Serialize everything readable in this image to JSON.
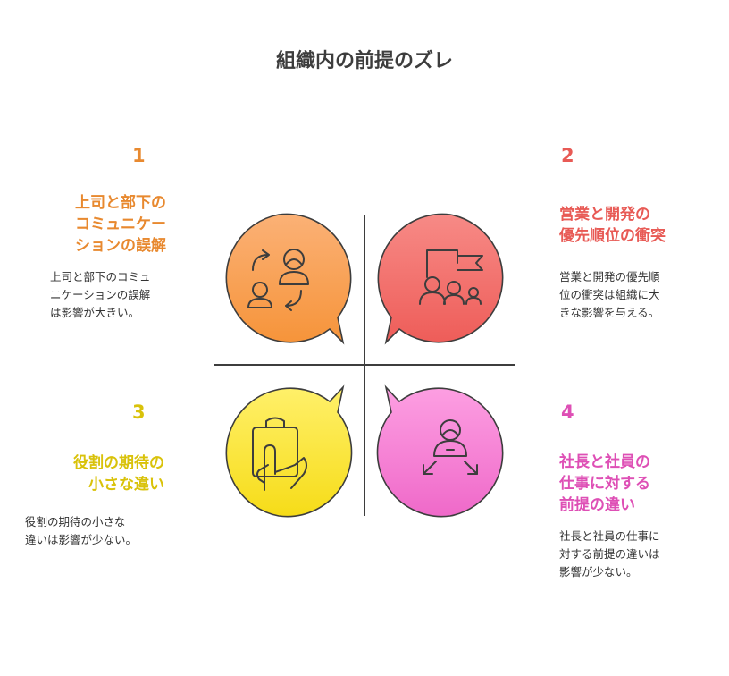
{
  "title": "組織内の前提のズレ",
  "quadrants": [
    {
      "number": "1",
      "heading": [
        "上司と部下の",
        "コミュニケー",
        "ションの誤解"
      ],
      "description": [
        "上司と部下のコミュ",
        "ニケーションの誤解",
        "は影響が大きい。"
      ],
      "color": "#e8892f"
    },
    {
      "number": "2",
      "heading": [
        "営業と開発の",
        "優先順位の衝突"
      ],
      "description": [
        "営業と開発の優先順",
        "位の衝突は組織に大",
        "きな影響を与える。"
      ],
      "color": "#e85a55"
    },
    {
      "number": "3",
      "heading": [
        "役割の期待の",
        "小さな違い"
      ],
      "description": [
        "役割の期待の小さな",
        "違いは影響が少ない。"
      ],
      "color": "#d9c20a"
    },
    {
      "number": "4",
      "heading": [
        "社長と社員の",
        "仕事に対する",
        "前提の違い"
      ],
      "description": [
        "社長と社員の仕事に",
        "対する前提の違いは",
        "影響が少ない。"
      ],
      "color": "#de4fb5"
    }
  ],
  "icons": [
    "communication-icon",
    "meeting-flag-icon",
    "clipboard-hand-icon",
    "person-arrows-icon"
  ]
}
